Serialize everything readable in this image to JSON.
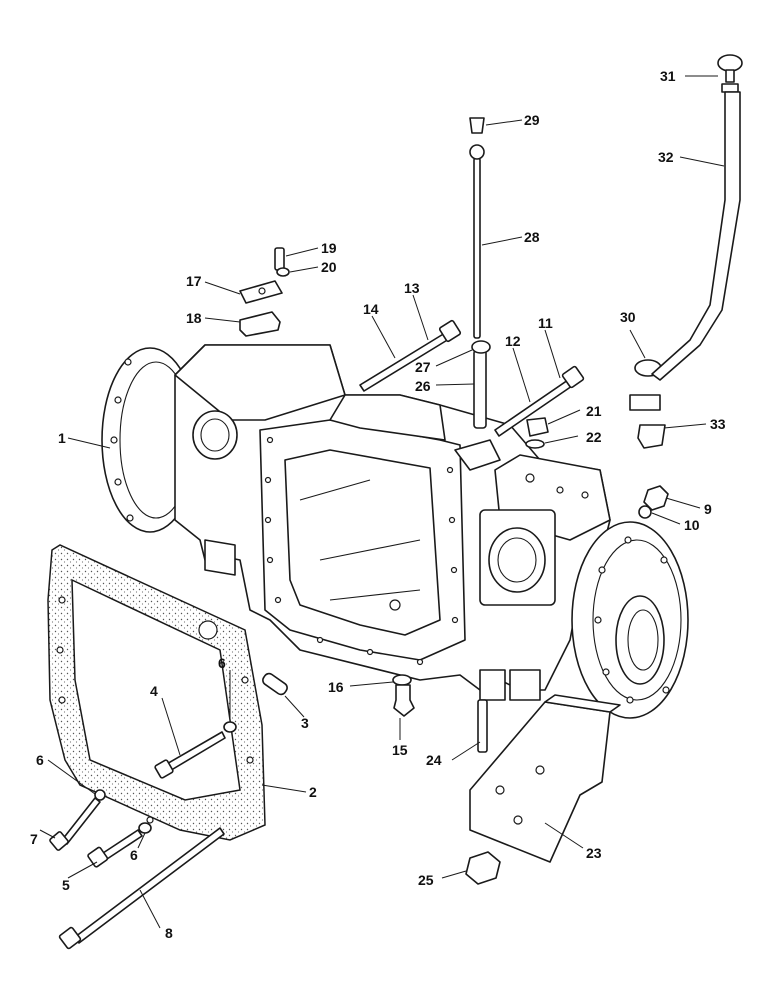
{
  "diagram": {
    "type": "exploded parts diagram",
    "callouts": [
      {
        "num": "1"
      },
      {
        "num": "2"
      },
      {
        "num": "3"
      },
      {
        "num": "4"
      },
      {
        "num": "5"
      },
      {
        "num": "6"
      },
      {
        "num": "6"
      },
      {
        "num": "6"
      },
      {
        "num": "7"
      },
      {
        "num": "8"
      },
      {
        "num": "9"
      },
      {
        "num": "10"
      },
      {
        "num": "11"
      },
      {
        "num": "12"
      },
      {
        "num": "13"
      },
      {
        "num": "14"
      },
      {
        "num": "15"
      },
      {
        "num": "16"
      },
      {
        "num": "17"
      },
      {
        "num": "18"
      },
      {
        "num": "19"
      },
      {
        "num": "20"
      },
      {
        "num": "21"
      },
      {
        "num": "22"
      },
      {
        "num": "23"
      },
      {
        "num": "24"
      },
      {
        "num": "25"
      },
      {
        "num": "26"
      },
      {
        "num": "27"
      },
      {
        "num": "28"
      },
      {
        "num": "29"
      },
      {
        "num": "30"
      },
      {
        "num": "31"
      },
      {
        "num": "32"
      },
      {
        "num": "33"
      }
    ]
  }
}
